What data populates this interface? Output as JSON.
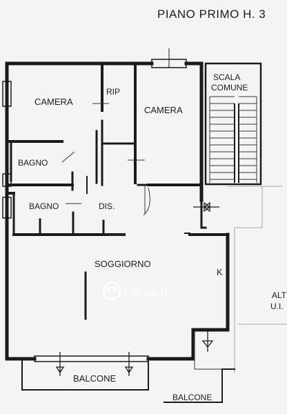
{
  "plan": {
    "title": "PIANO PRIMO H. 3",
    "rooms": {
      "camera_left": "CAMERA",
      "rip": "RIP",
      "camera_right": "CAMERA",
      "scala_line1": "SCALA",
      "scala_line2": "COMUNE",
      "bagno_upper": "BAGNO",
      "bagno_lower": "BAGNO",
      "dis": "DIS.",
      "soggiorno": "SOGGIORNO",
      "kitchen": "K",
      "balcone_front": "BALCONE",
      "balcone_side": "BALCONE",
      "alt_line1": "ALT",
      "alt_line2": "U.I."
    },
    "watermark": "casa.it"
  },
  "colors": {
    "background": "#f4f4f2",
    "walls": "#1a1a1a",
    "watermark": "#ffffff"
  }
}
